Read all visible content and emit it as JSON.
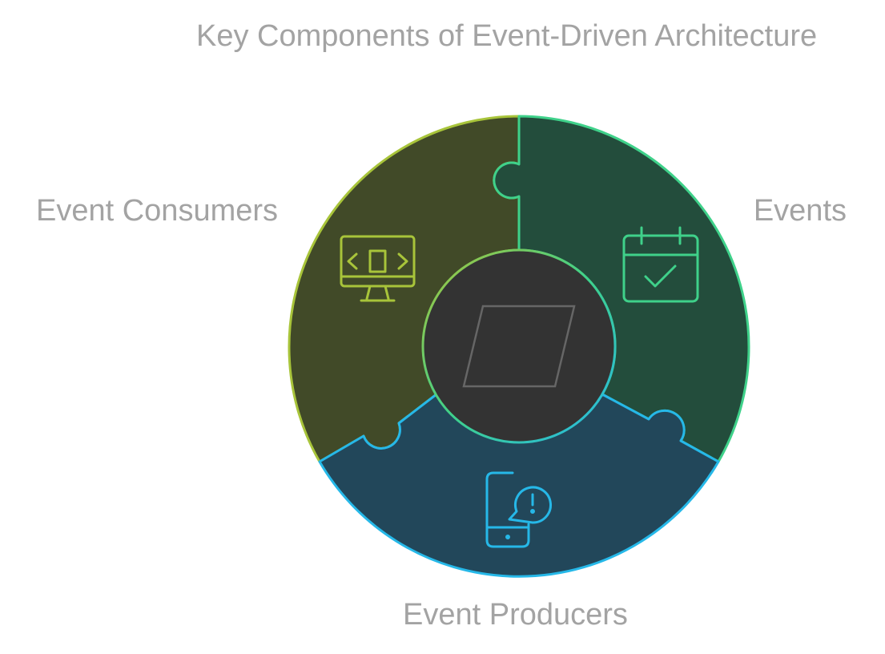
{
  "title": "Key Components of Event-Driven Architecture",
  "segments": [
    {
      "label": "Event Consumers",
      "icon": "monitor-code-icon",
      "fill": "#414a28",
      "stroke": "#a8c43a"
    },
    {
      "label": "Events",
      "icon": "calendar-check-icon",
      "fill": "#234d3c",
      "stroke": "#3fd18a"
    },
    {
      "label": "Event Producers",
      "icon": "smartphone-alert-icon",
      "fill": "#22475a",
      "stroke": "#26b8e8"
    }
  ],
  "center": {
    "icon": "parallelogram-icon",
    "fill": "#333333"
  }
}
